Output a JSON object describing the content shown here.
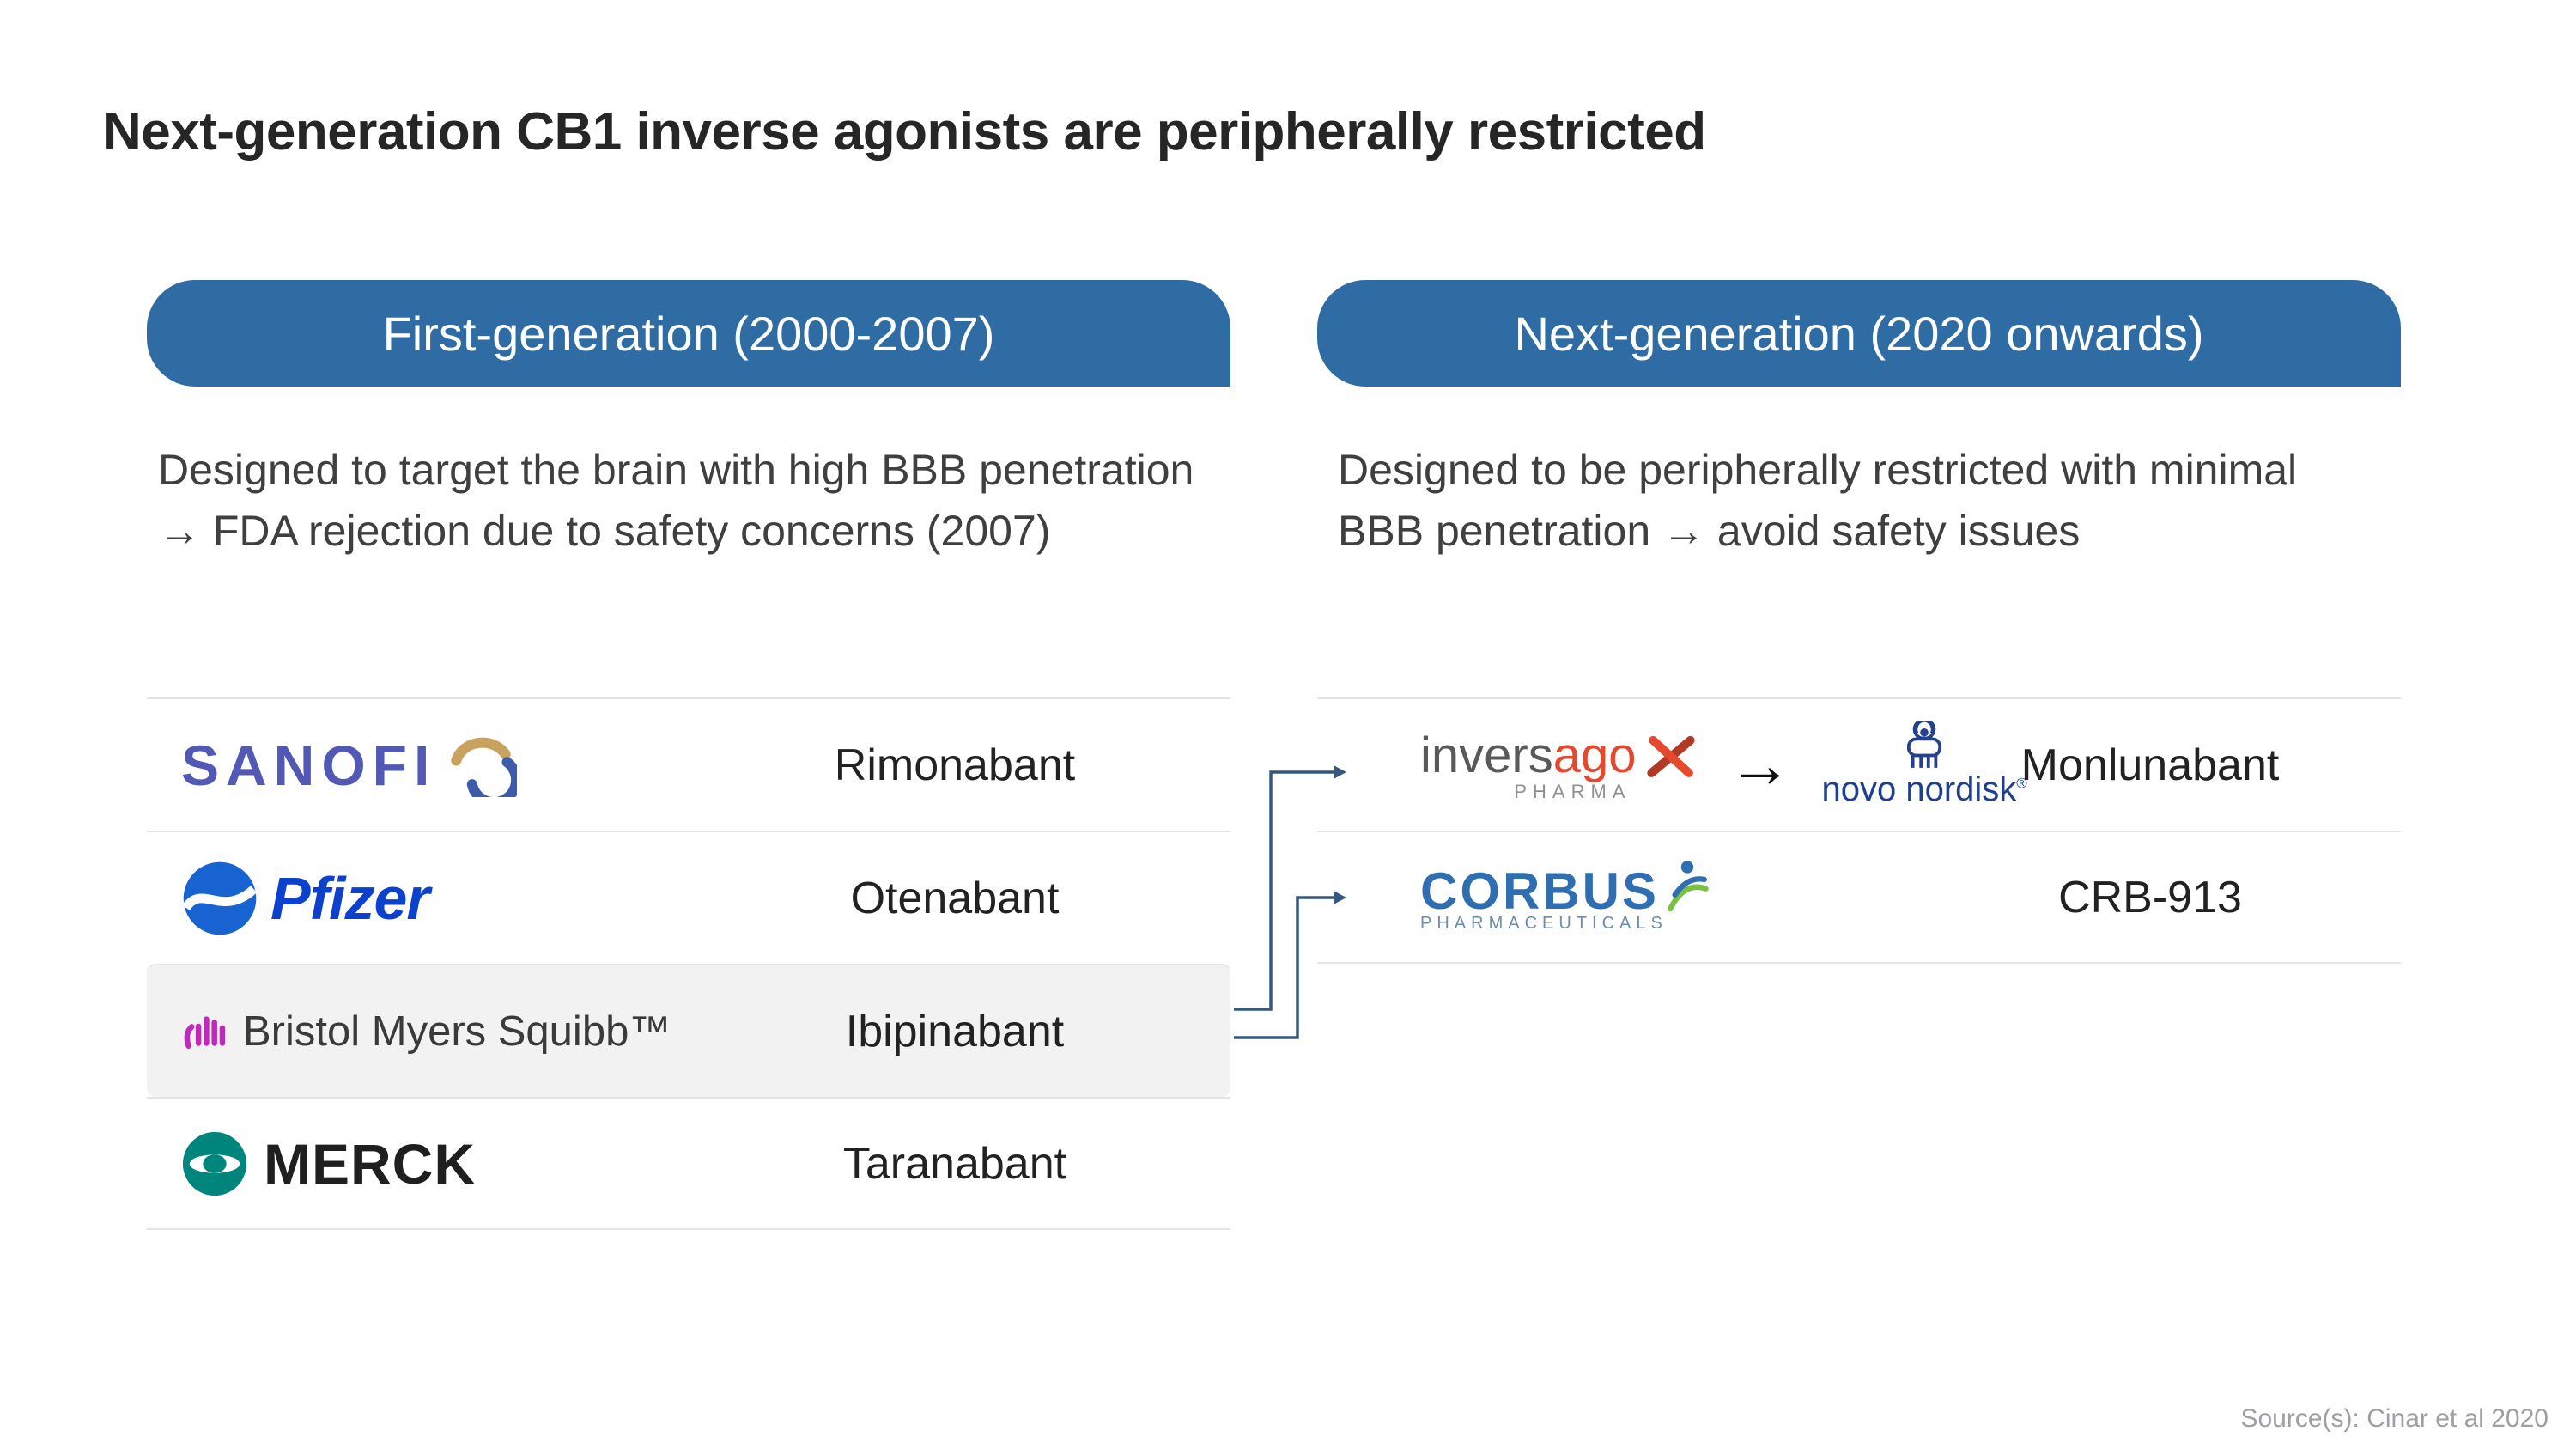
{
  "page": {
    "title": "Next-generation CB1 inverse agonists are peripherally restricted",
    "source": "Source(s): Cinar et al 2020"
  },
  "colors": {
    "header_blue": "#2e6ca3",
    "connector_blue": "#35597e",
    "highlight_row": "#f2f2f2"
  },
  "first_gen": {
    "header": "First-generation (2000-2007)",
    "description": "Designed to target the brain with high BBB penetration → FDA rejection due to safety concerns (2007)",
    "rows": [
      {
        "company": "Sanofi",
        "drug": "Rimonabant"
      },
      {
        "company": "Pfizer",
        "drug": "Otenabant"
      },
      {
        "company": "Bristol Myers Squibb",
        "drug": "Ibipinabant"
      },
      {
        "company": "Merck",
        "drug": "Taranabant"
      }
    ]
  },
  "next_gen": {
    "header": "Next-generation (2020 onwards)",
    "description": "Designed to be peripherally restricted with minimal BBB penetration → avoid safety issues",
    "rows": [
      {
        "company": "Inversago Pharma → Novo Nordisk",
        "drug": "Monlunabant"
      },
      {
        "company": "Corbus Pharmaceuticals",
        "drug": "CRB-913"
      }
    ]
  },
  "logos": {
    "sanofi": {
      "text": "SANOFI"
    },
    "pfizer": {
      "text": "Pfizer"
    },
    "bms": {
      "text": "Bristol Myers Squibb™"
    },
    "merck": {
      "text": "MERCK"
    },
    "inversago": {
      "gray": "invers",
      "red": "ago",
      "sub": "PHARMA"
    },
    "handoff_arrow": "→",
    "novo": {
      "text": "novo nordisk",
      "reg": "®"
    },
    "corbus": {
      "text": "CORBUS",
      "sub": "PHARMACEUTICALS"
    }
  }
}
